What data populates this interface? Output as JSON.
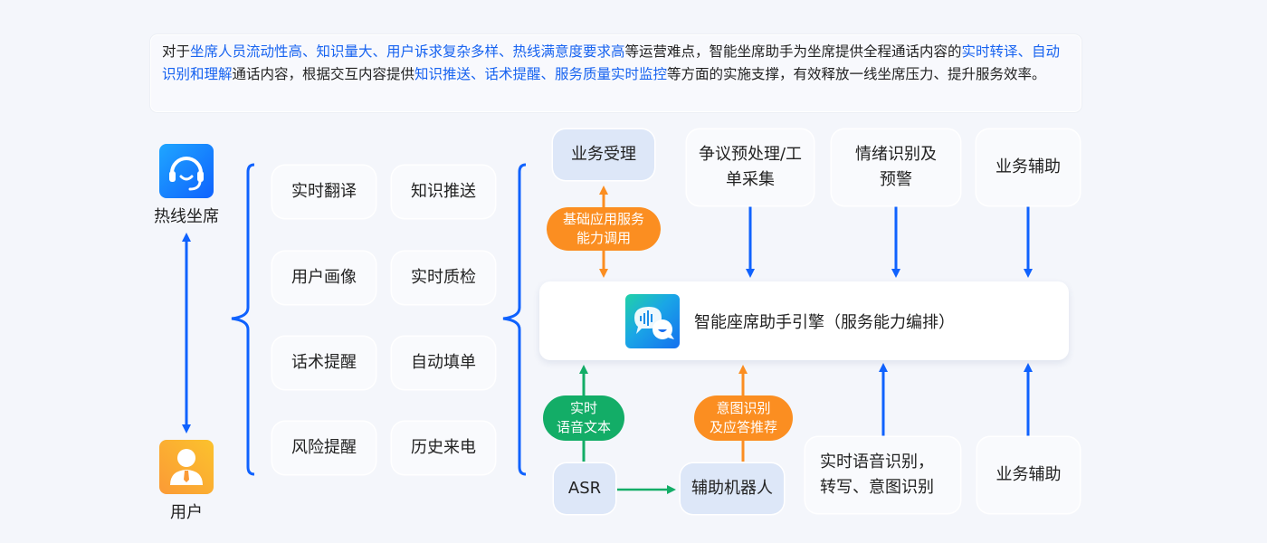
{
  "intro": {
    "segments": [
      {
        "text": "对于",
        "hl": false
      },
      {
        "text": "坐席人员流动性高、知识量大、用户诉求复杂多样、热线满意度要求高",
        "hl": true
      },
      {
        "text": "等运营难点，智能坐席助手为坐席提供全程通话内容的",
        "hl": false
      },
      {
        "text": "实时转译、自动识别和理解",
        "hl": true
      },
      {
        "text": "通话内容，根据交互内容提供",
        "hl": false
      },
      {
        "text": "知识推送、话术提醒、服务质量实时监控",
        "hl": true
      },
      {
        "text": "等方面的实施支撑，有效释放一线坐席压力、提升服务效率。",
        "hl": false
      }
    ],
    "highlight_color": "#1763f0"
  },
  "actors": {
    "agent": {
      "label": "热线坐席",
      "icon": "headset-icon"
    },
    "user": {
      "label": "用户",
      "icon": "user-icon"
    }
  },
  "features": [
    [
      "实时翻译",
      "知识推送"
    ],
    [
      "用户画像",
      "实时质检"
    ],
    [
      "话术提醒",
      "自动填单"
    ],
    [
      "风险提醒",
      "历史来电"
    ]
  ],
  "top_nodes": {
    "business": "业务受理",
    "dispute": "争议预处理/工\n单采集",
    "emotion": "情绪识别及\n预警",
    "assist": "业务辅助"
  },
  "engine": {
    "label": "智能座席助手引擎（服务能力编排）",
    "icon": "chat-voice-icon"
  },
  "pills": {
    "basic_service": "基础应用服务\n能力调用",
    "realtime_text": "实时\n语音文本",
    "intent": "意图识别\n及应答推荐"
  },
  "bottom_nodes": {
    "asr": "ASR",
    "robot": "辅助机器人",
    "speech": "实时语音识别，\n转写、意图识别",
    "assist": "业务辅助"
  },
  "colors": {
    "blue_arrow": "#0f62fe",
    "orange": "#fb8e21",
    "green": "#13ad67"
  }
}
